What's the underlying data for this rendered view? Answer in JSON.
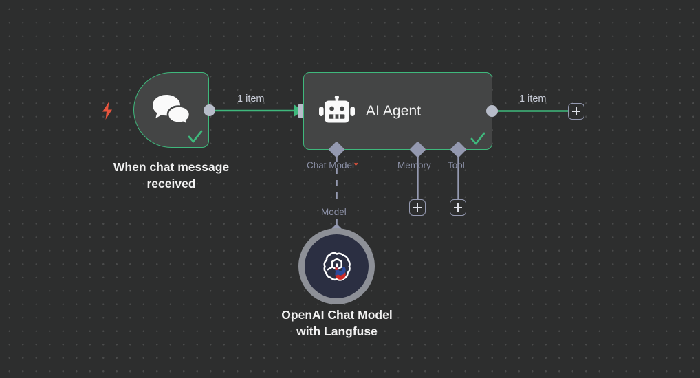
{
  "canvas": {
    "background_color": "#2d2e2e",
    "grid_dot_color": "#4a4b4b",
    "accent_success": "#3fb87c",
    "port_color": "#b7bcc9",
    "sub_connector_color": "#9499b0",
    "sub_label_color": "#8b90a6",
    "required_marker_color": "#e8553e",
    "trigger_bolt_color": "#e8553e"
  },
  "nodes": {
    "trigger": {
      "caption": "When chat message\nreceived",
      "icon": "chat-bubbles-icon",
      "status": "success",
      "status_icon": "check-icon",
      "trigger_icon": "lightning-bolt-icon"
    },
    "agent": {
      "title": "AI Agent",
      "icon": "robot-icon",
      "status": "success",
      "status_icon": "check-icon",
      "input_port_label": "",
      "sub_connectors": [
        {
          "label": "Chat Model",
          "required": true,
          "required_marker": "*"
        },
        {
          "label": "Memory",
          "required": false,
          "required_marker": ""
        },
        {
          "label": "Tool",
          "required": false,
          "required_marker": ""
        }
      ]
    },
    "openai": {
      "caption": "OpenAI Chat Model\nwith Langfuse",
      "icon": "openai-logo-icon",
      "overlay_icon": "magnet-icon",
      "connection_label": "Model",
      "ring_color": "#8d9097",
      "inner_color": "#2b2f42"
    }
  },
  "edges": {
    "trigger_to_agent": {
      "label": "1 item",
      "color": "#3fb87c"
    },
    "agent_to_next": {
      "label": "1 item",
      "color": "#3fb87c"
    }
  },
  "buttons": {
    "add_main": {
      "label": "+",
      "name": "add-node-button"
    },
    "add_memory": {
      "label": "+",
      "name": "add-memory-button"
    },
    "add_tool": {
      "label": "+",
      "name": "add-tool-button"
    }
  }
}
